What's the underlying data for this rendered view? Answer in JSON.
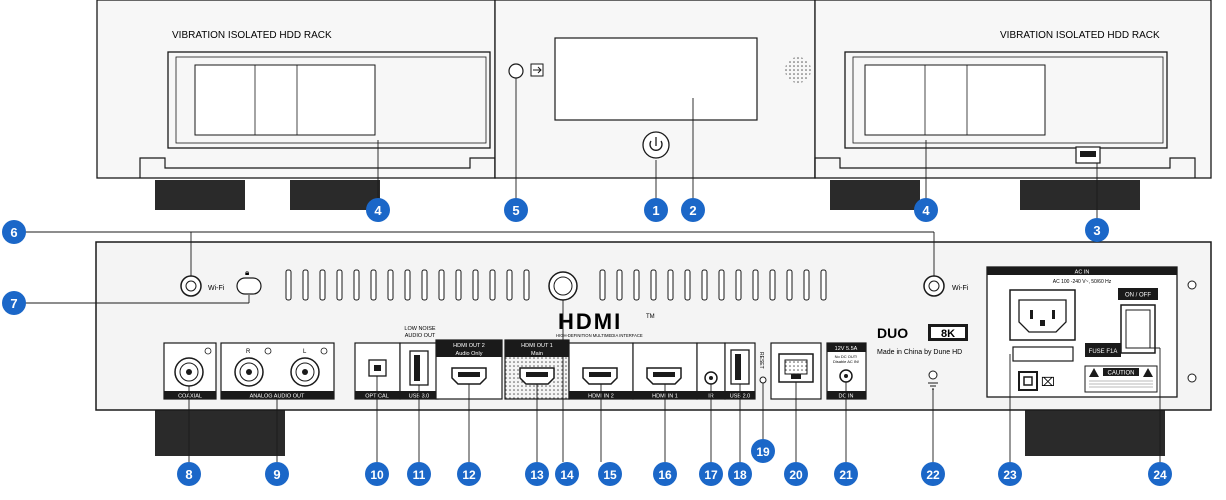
{
  "front": {
    "left_rack_label": "VIBRATION ISOLATED HDD RACK",
    "right_rack_label": "VIBRATION ISOLATED HDD RACK"
  },
  "rear": {
    "wifi_left": "Wi-Fi",
    "wifi_right": "Wi-Fi",
    "hdmi_logo": "HDMI",
    "hdmi_tm": "TM",
    "hdmi_tagline": "HIGH-DEFINITION MULTIMEDIA INTERFACE",
    "low_noise_audio_out": [
      "LOW NOISE",
      "AUDIO OUT"
    ],
    "coaxial": "COAXIAL",
    "analog_audio_out": "ANALOG AUDIO OUT",
    "analog_r": "R",
    "analog_l": "L",
    "optical": "OPTICAL",
    "usb30": "USB 3.0",
    "hdmi_out2_title": "HDMI OUT 2",
    "hdmi_out2_sub": "Audio Only",
    "hdmi_out1_title": "HDMI OUT 1",
    "hdmi_out1_sub": "Main",
    "hdmi_in2": "HDMI IN 2",
    "hdmi_in1": "HDMI IN 1",
    "ir": "IR",
    "usb20": "USB 2.0",
    "reset": "RESET",
    "dc_rating": "12V 5.5A",
    "dc_note": [
      "No DC OUT!",
      "Disable AC IN!"
    ],
    "dc_in": "DC IN",
    "brand_duo": "DUO",
    "brand_8k": "8K",
    "made_in": "Made in China by Dune HD",
    "ac_in": "AC IN",
    "ac_rating": "AC 100 -240 V~, 50/60 Hz",
    "on_off": "ON / OFF",
    "fuse": "FUSE F1A",
    "caution": "CAUTION"
  },
  "callouts": [
    "1",
    "2",
    "3",
    "4",
    "4",
    "5",
    "6",
    "7",
    "8",
    "9",
    "10",
    "11",
    "12",
    "13",
    "14",
    "15",
    "16",
    "17",
    "18",
    "19",
    "20",
    "21",
    "22",
    "23",
    "24"
  ],
  "colors": {
    "callout": "#1b67c8",
    "line": "#1b1b1b",
    "panel": "#f4f4f4"
  }
}
